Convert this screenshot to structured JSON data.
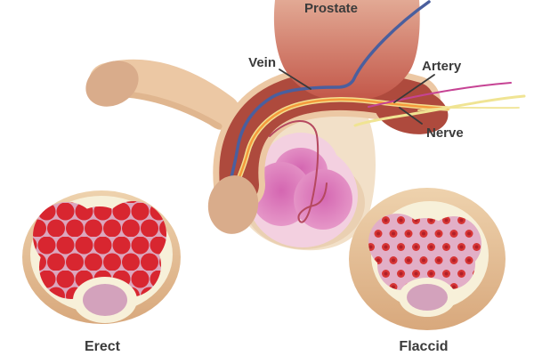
{
  "diagram": {
    "type": "medical-anatomy-illustration",
    "labels": {
      "prostate": "Prostate",
      "vein": "Vein",
      "artery": "Artery",
      "nerve": "Nerve"
    },
    "cross_sections": {
      "left": {
        "caption": "Erect"
      },
      "right": {
        "caption": "Flaccid"
      }
    },
    "colors": {
      "vein_blue": "#4a5f9e",
      "artery_orange": "#f59a3c",
      "artery_halo_yellow": "#f3df8e",
      "nerve_yellow": "#f0e493",
      "vessel_magenta": "#c64394",
      "vas_red": "#b5485f",
      "shaft_red": "#ae4a3d",
      "skin_tan": "#ecc8a4",
      "glans_tan": "#d9ac8b",
      "body_cream": "#f2e0c8",
      "scrotum_pink": "#f3d0e0",
      "testis_magenta": "#d466b1",
      "ring_tan": "#e6c09a",
      "interior_cream": "#f7f0d9",
      "erect_tissue_pink": "#dca6bd",
      "erect_blood_red": "#d82630",
      "flaccid_tissue_pink": "#e2afc7",
      "flaccid_dot_red": "#d73535",
      "urethra_mauve": "#d3a2bc",
      "label_text": "#3b3b3b"
    }
  }
}
